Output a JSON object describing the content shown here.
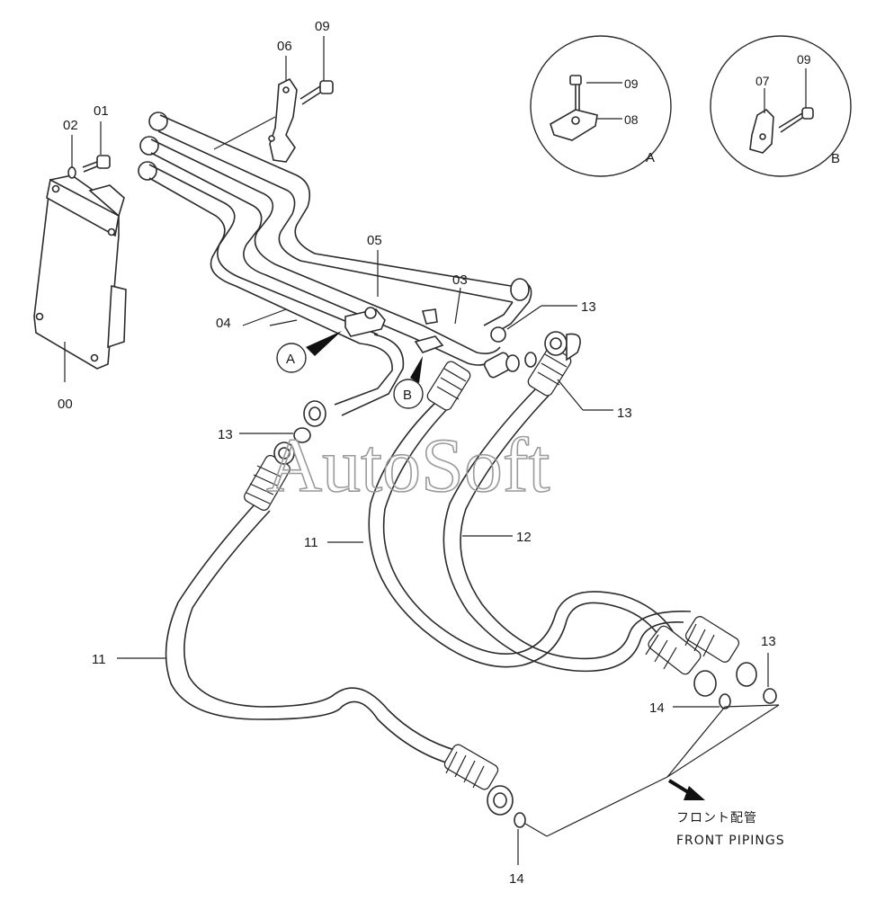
{
  "watermark": "AutoSoft",
  "part_labels": {
    "p00": "00",
    "p01": "01",
    "p02": "02",
    "p03": "03",
    "p04": "04",
    "p05": "05",
    "p06": "06",
    "p09_top": "09",
    "p09_a": "09",
    "p08_a": "08",
    "p07_b": "07",
    "p09_b": "09",
    "p13_upper_right": "13",
    "p13_right": "13",
    "p13_left": "13",
    "p13_lower_right": "13",
    "p11_mid": "11",
    "p12": "12",
    "p11_left": "11",
    "p14_right": "14",
    "p14_bottom": "14"
  },
  "detail_views": {
    "a_letter": "A",
    "b_letter": "B",
    "marker_a": "A",
    "marker_b": "B"
  },
  "note": {
    "japanese": "フロント配管",
    "english": "FRONT PIPINGS"
  }
}
